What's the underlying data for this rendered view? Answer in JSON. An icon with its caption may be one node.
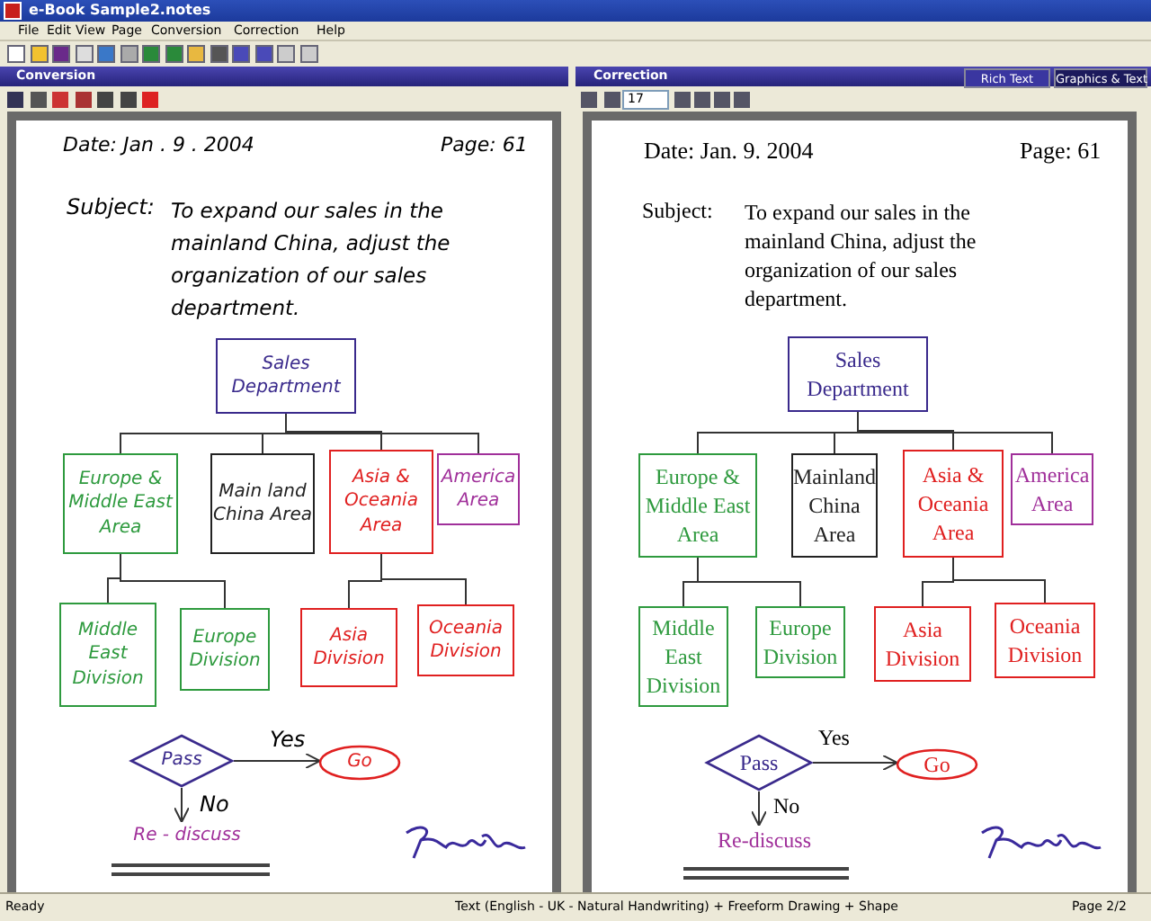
{
  "diagram": {
    "nodes": [
      {
        "text": [
          "Sales Department"
        ]
      },
      {
        "text": [
          "Europe & Middle East Area"
        ]
      },
      {
        "text": [
          "Main land China Area"
        ]
      },
      {
        "text": [
          "Asia & Oceania Area"
        ]
      },
      {
        "text": [
          "America Area"
        ]
      },
      {
        "text": [
          "Middle East Division"
        ]
      },
      {
        "text": [
          "Europe Division"
        ]
      },
      {
        "text": [
          "Asia Division"
        ]
      },
      {
        "text": [
          "Oceania Division"
        ]
      },
      {
        "text": [
          "Pass"
        ]
      },
      {
        "text": [
          "Go"
        ]
      },
      {
        "text": [
          "Re - discuss"
        ]
      },
      {
        "text": [
          "Sales Department"
        ]
      },
      {
        "text": [
          "Europe & Middle East Area"
        ]
      },
      {
        "text": [
          "Mainland China Area"
        ]
      },
      {
        "text": [
          "Asia & Oceania Area"
        ]
      },
      {
        "text": [
          "America Area"
        ]
      },
      {
        "text": [
          "Middle East Division"
        ]
      },
      {
        "text": [
          "Europe Division"
        ]
      },
      {
        "text": [
          "Asia Division"
        ]
      },
      {
        "text": [
          "Oceania Division"
        ]
      },
      {
        "text": [
          "Pass"
        ]
      },
      {
        "text": [
          "Go"
        ]
      },
      {
        "text": [
          "Re-discuss"
        ]
      }
    ],
    "edges": [
      {
        "from": 0,
        "to": 1,
        "arrow": "none"
      },
      {
        "from": 0,
        "to": 2,
        "arrow": "none"
      },
      {
        "from": 0,
        "to": 3,
        "arrow": "none"
      },
      {
        "from": 0,
        "to": 4,
        "arrow": "none"
      },
      {
        "from": 1,
        "to": 5,
        "arrow": "none"
      },
      {
        "from": 1,
        "to": 6,
        "arrow": "none"
      },
      {
        "from": 3,
        "to": 7,
        "arrow": "none"
      },
      {
        "from": 3,
        "to": 8,
        "arrow": "none"
      },
      {
        "from": 9,
        "to": 10,
        "arrow": "to",
        "label": "Yes"
      },
      {
        "from": 9,
        "to": 11,
        "arrow": "to",
        "label": "No"
      },
      {
        "from": 12,
        "to": 13,
        "arrow": "none"
      },
      {
        "from": 12,
        "to": 14,
        "arrow": "none"
      },
      {
        "from": 12,
        "to": 15,
        "arrow": "none"
      },
      {
        "from": 12,
        "to": 16,
        "arrow": "none"
      },
      {
        "from": 13,
        "to": 17,
        "arrow": "none"
      },
      {
        "from": 13,
        "to": 18,
        "arrow": "none"
      },
      {
        "from": 15,
        "to": 19,
        "arrow": "none"
      },
      {
        "from": 15,
        "to": 20,
        "arrow": "none"
      },
      {
        "from": 21,
        "to": 22,
        "arrow": "to",
        "label": "Yes"
      },
      {
        "from": 21,
        "to": 23,
        "arrow": "to",
        "label": "No"
      }
    ],
    "labels": [
      "e-Book Sample2.notes",
      "File",
      "Edit",
      "View",
      "Page",
      "Conversion",
      "Correction",
      "Help",
      "Conversion",
      "Correction",
      "Rich Text",
      "Graphics & Text",
      "17",
      "Date: Jan . 9 . 2004",
      "Page: 61",
      "Subject:",
      "To expand our sales in the mainland China, adjust the organization of our sales department.",
      "Date: Jan. 9. 2004",
      "Page: 61",
      "Subject:",
      "To expand our sales in the mainland China, adjust the organization of our sales department.",
      "Ready",
      "Text (English - UK - Natural Handwriting) + Freeform Drawing + Shape",
      "Page 2/2"
    ]
  }
}
